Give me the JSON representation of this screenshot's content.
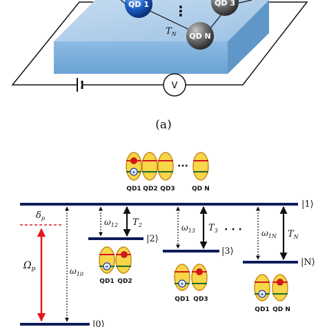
{
  "panel_a": {
    "caption": "(a)",
    "qd1": "QD 1",
    "qd3": "QD 3",
    "qdn": "QD N",
    "dots": "⋮",
    "tunnel": "T",
    "tunnel_sub": "N",
    "voltmeter": "V",
    "colors": {
      "slab_top": "#a9cbe8",
      "slab_front": "#7fb2dd",
      "qd_blue": "#1c5fc4",
      "qd_gray": "#555555"
    }
  },
  "panel_b": {
    "top_qd_labels": [
      "QD1",
      "QD2",
      "QD3",
      "QD N"
    ],
    "top_dots": "···",
    "ket_1": "|1⟩",
    "ket_2": "|2⟩",
    "ket_3": "|3⟩",
    "ket_N": "|N⟩",
    "ket_0": "|0⟩",
    "delta": "δ",
    "delta_sub": "p",
    "Omega": "Ω",
    "Omega_sub": "p",
    "w10": "ω",
    "w10_sub": "10",
    "w12": "ω",
    "w12_sub": "12",
    "w13": "ω",
    "w13_sub": "13",
    "w1N": "ω",
    "w1N_sub": "1N",
    "T2": "T",
    "T2_sub": "2",
    "T3": "T",
    "T3_sub": "3",
    "TN": "T",
    "TN_sub": "N",
    "mid_dots": "·  ·  ·",
    "pair_2": [
      "QD1",
      "QD2"
    ],
    "pair_3": [
      "QD1",
      "QD3"
    ],
    "pair_N": [
      "QD1",
      "QD N"
    ],
    "colors": {
      "level": "#0d1b5a",
      "laser": "#e0191b",
      "qd_fill": "#f7d64a",
      "qd_stroke": "#c98a1a"
    }
  }
}
